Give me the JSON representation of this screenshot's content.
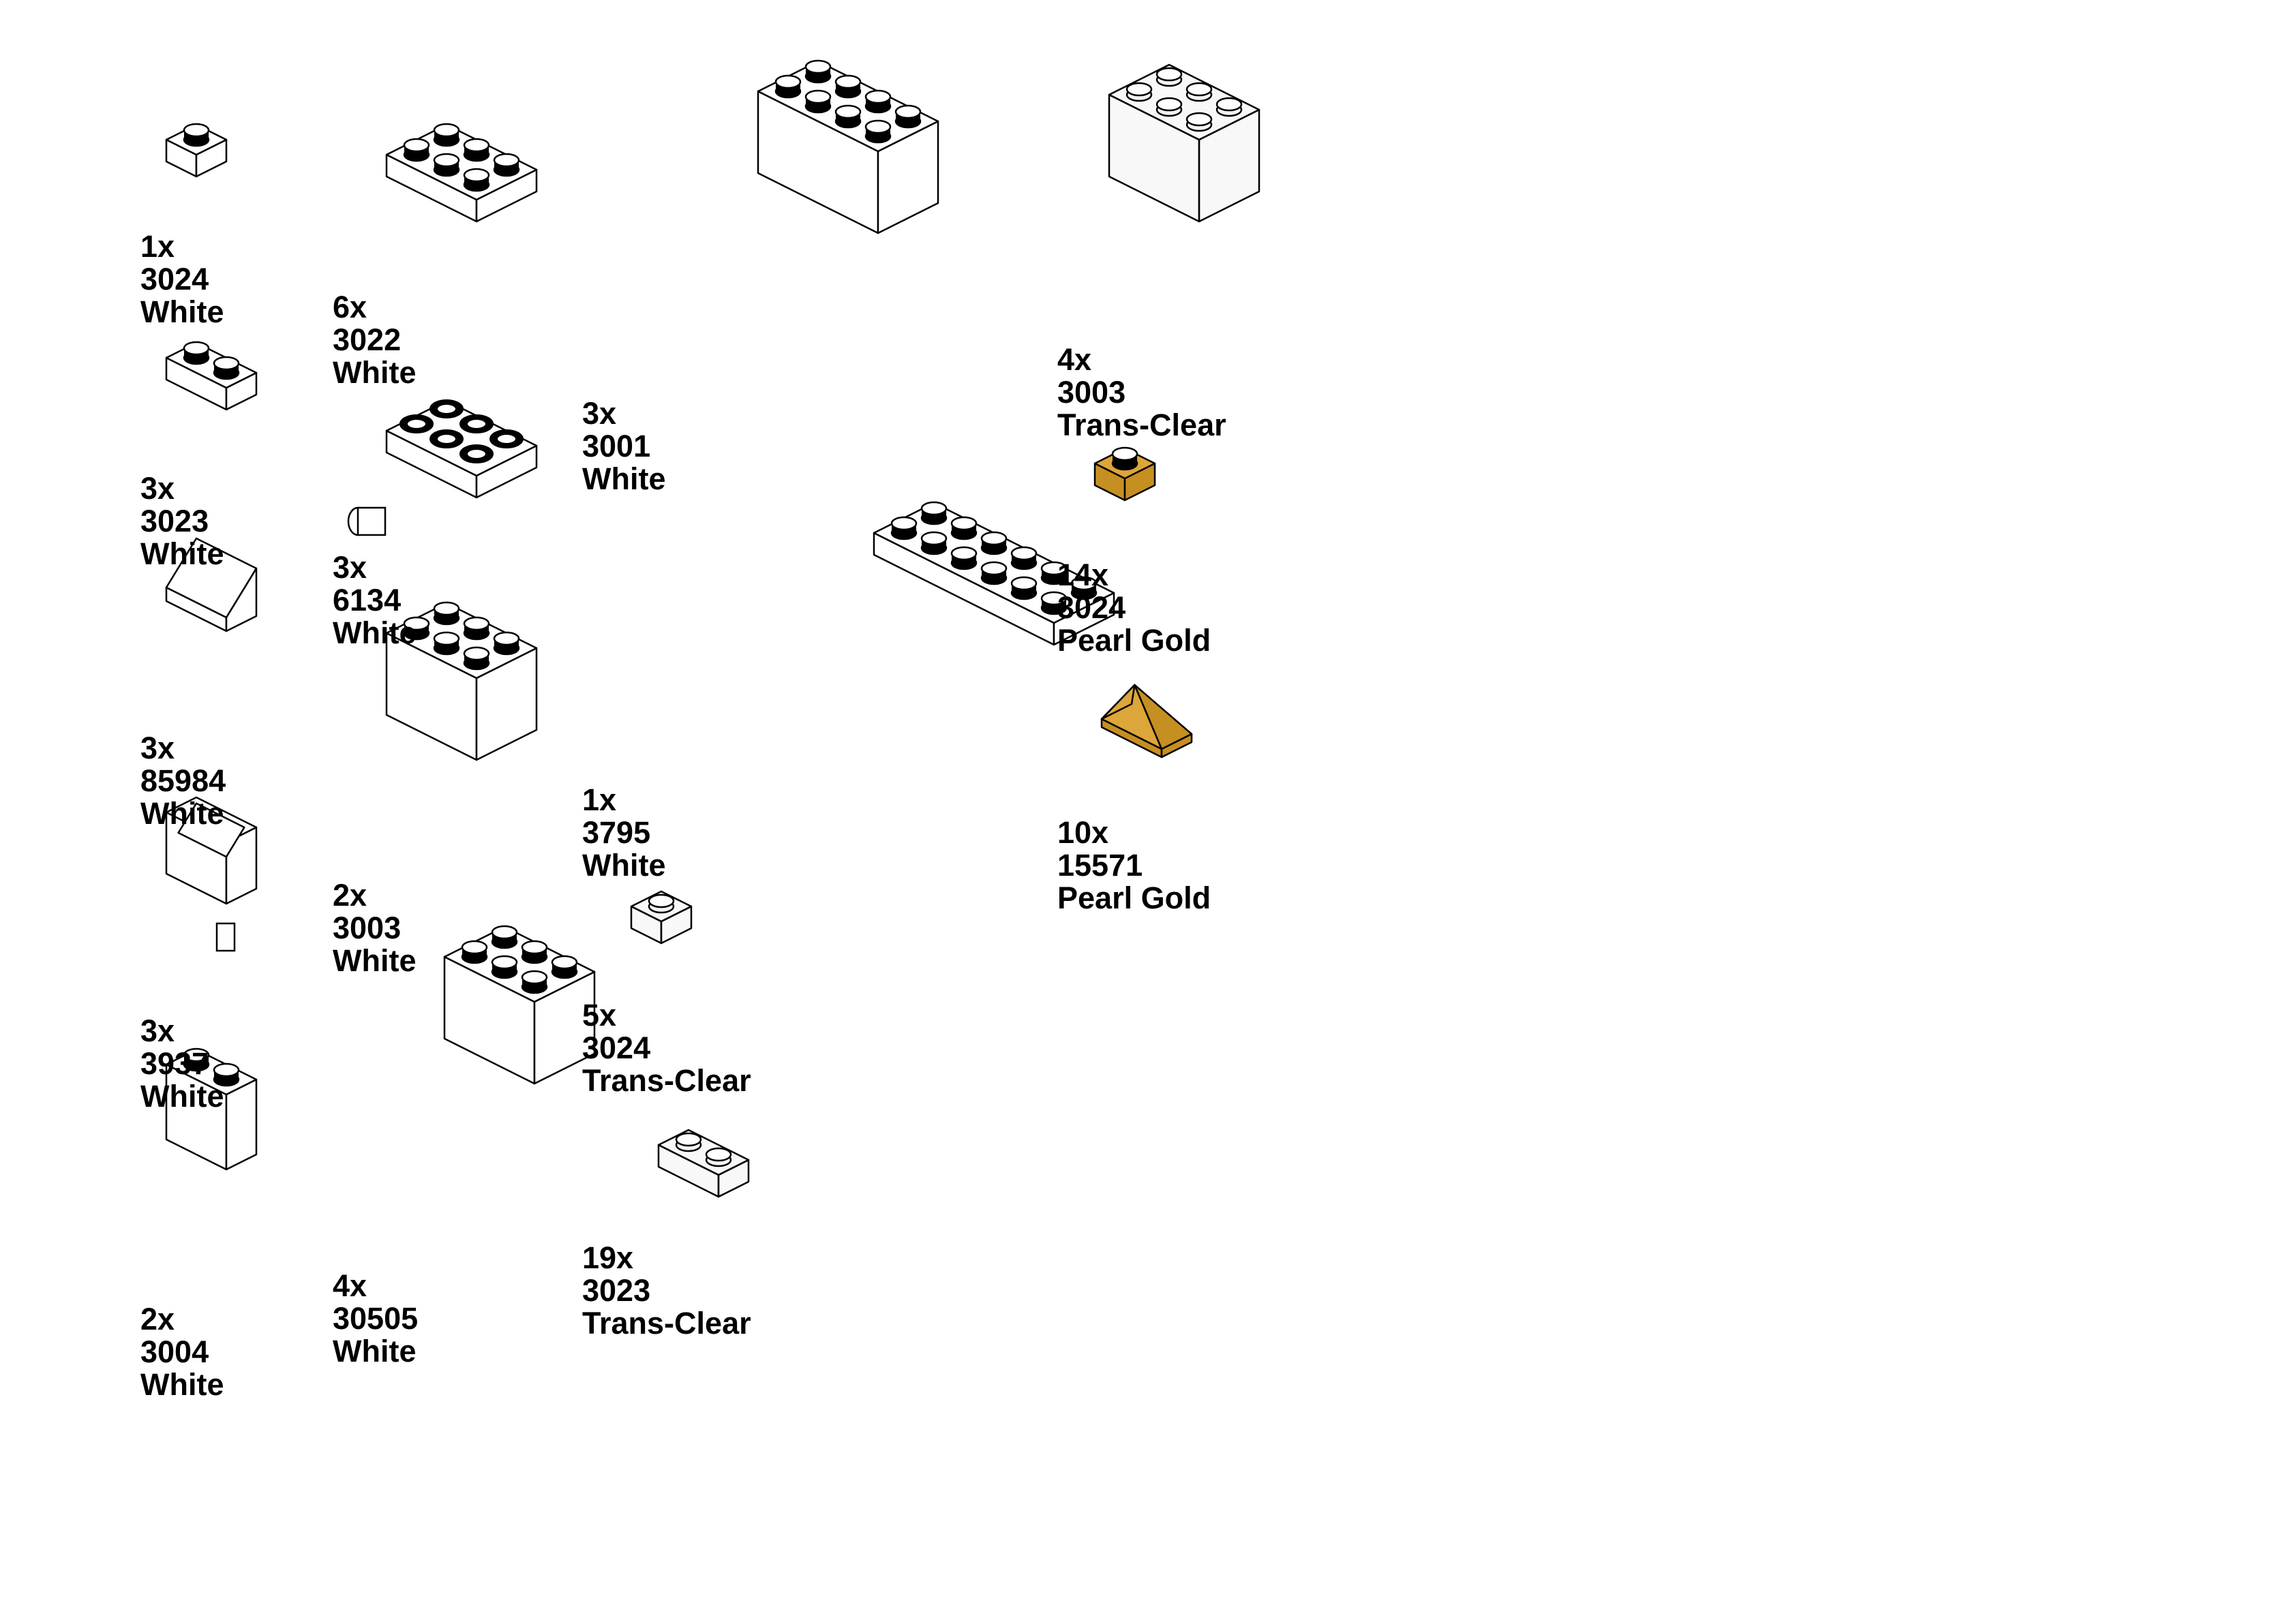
{
  "colors": {
    "White": "#ffffff",
    "Trans-Clear": "#f3f3f3",
    "Pearl Gold": "#dda63a",
    "Pearl Gold Side": "#c68f22",
    "outline": "#000000",
    "stud_top": "#ffffff"
  },
  "parts": [
    {
      "id": "p1",
      "kind": "plate",
      "qty": "1x",
      "number": "3024",
      "color": "White"
    },
    {
      "id": "p2",
      "kind": "plate",
      "qty": "3x",
      "number": "3023",
      "color": "White"
    },
    {
      "id": "p3",
      "kind": "slope",
      "qty": "3x",
      "number": "85984",
      "color": "White"
    },
    {
      "id": "p4",
      "kind": "hinge",
      "qty": "3x",
      "number": "3937",
      "color": "White"
    },
    {
      "id": "p5",
      "kind": "brick",
      "qty": "2x",
      "number": "3004",
      "color": "White"
    },
    {
      "id": "p6",
      "kind": "plate",
      "qty": "6x",
      "number": "3022",
      "color": "White"
    },
    {
      "id": "p7",
      "kind": "plate-holes",
      "qty": "3x",
      "number": "6134",
      "color": "White"
    },
    {
      "id": "p8",
      "kind": "brick",
      "qty": "2x",
      "number": "3003",
      "color": "White"
    },
    {
      "id": "p9",
      "kind": "wedge",
      "qty": "4x",
      "number": "30505",
      "color": "White"
    },
    {
      "id": "p10",
      "kind": "brick",
      "qty": "3x",
      "number": "3001",
      "color": "White"
    },
    {
      "id": "p11",
      "kind": "plate",
      "qty": "1x",
      "number": "3795",
      "color": "White"
    },
    {
      "id": "p12",
      "kind": "plate",
      "qty": "5x",
      "number": "3024",
      "color": "Trans-Clear"
    },
    {
      "id": "p13",
      "kind": "plate",
      "qty": "19x",
      "number": "3023",
      "color": "Trans-Clear"
    },
    {
      "id": "p14",
      "kind": "brick",
      "qty": "4x",
      "number": "3003",
      "color": "Trans-Clear"
    },
    {
      "id": "p15",
      "kind": "plate",
      "qty": "14x",
      "number": "3024",
      "color": "Pearl Gold"
    },
    {
      "id": "p16",
      "kind": "pyramid",
      "qty": "10x",
      "number": "15571",
      "color": "Pearl Gold"
    }
  ]
}
